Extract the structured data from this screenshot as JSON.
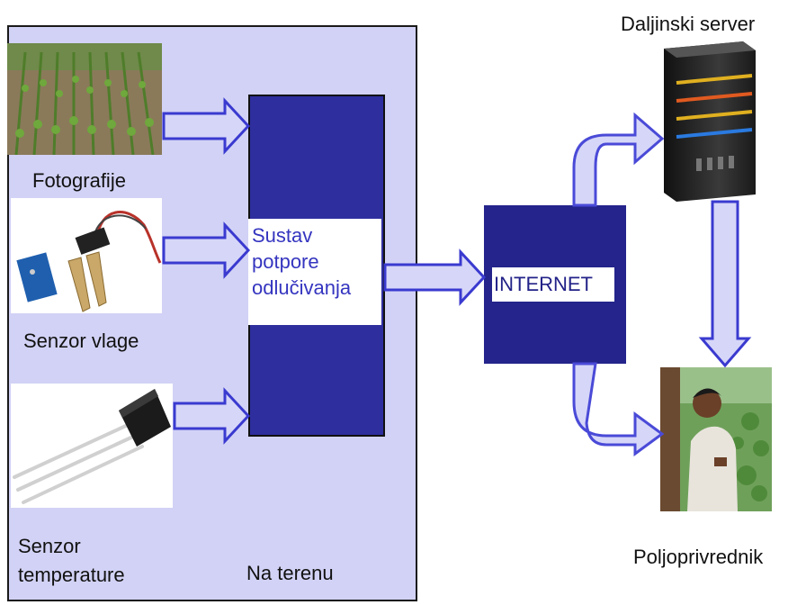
{
  "field": {
    "photos_label": "Fotografije",
    "moisture_label": "Senzor vlage",
    "temperature_label_line1": "Senzor",
    "temperature_label_line2": "temperature",
    "location_label": "Na terenu"
  },
  "dss": {
    "line1": "Sustav",
    "line2": "potpore",
    "line3": "odlučivanja"
  },
  "internet": {
    "label": "INTERNET"
  },
  "server": {
    "label": "Daljinski server"
  },
  "farmer": {
    "label": "Poljoprivrednik"
  },
  "colors": {
    "panel_bg": "#d2d2f6",
    "block_blue": "#2e2e9e",
    "internet_blue": "#24248c",
    "arrow_fill": "#d6d6f8",
    "arrow_stroke": "#3a3ad0",
    "curve_arrow": "#4a4ad8",
    "text_blue": "#3535c0"
  }
}
